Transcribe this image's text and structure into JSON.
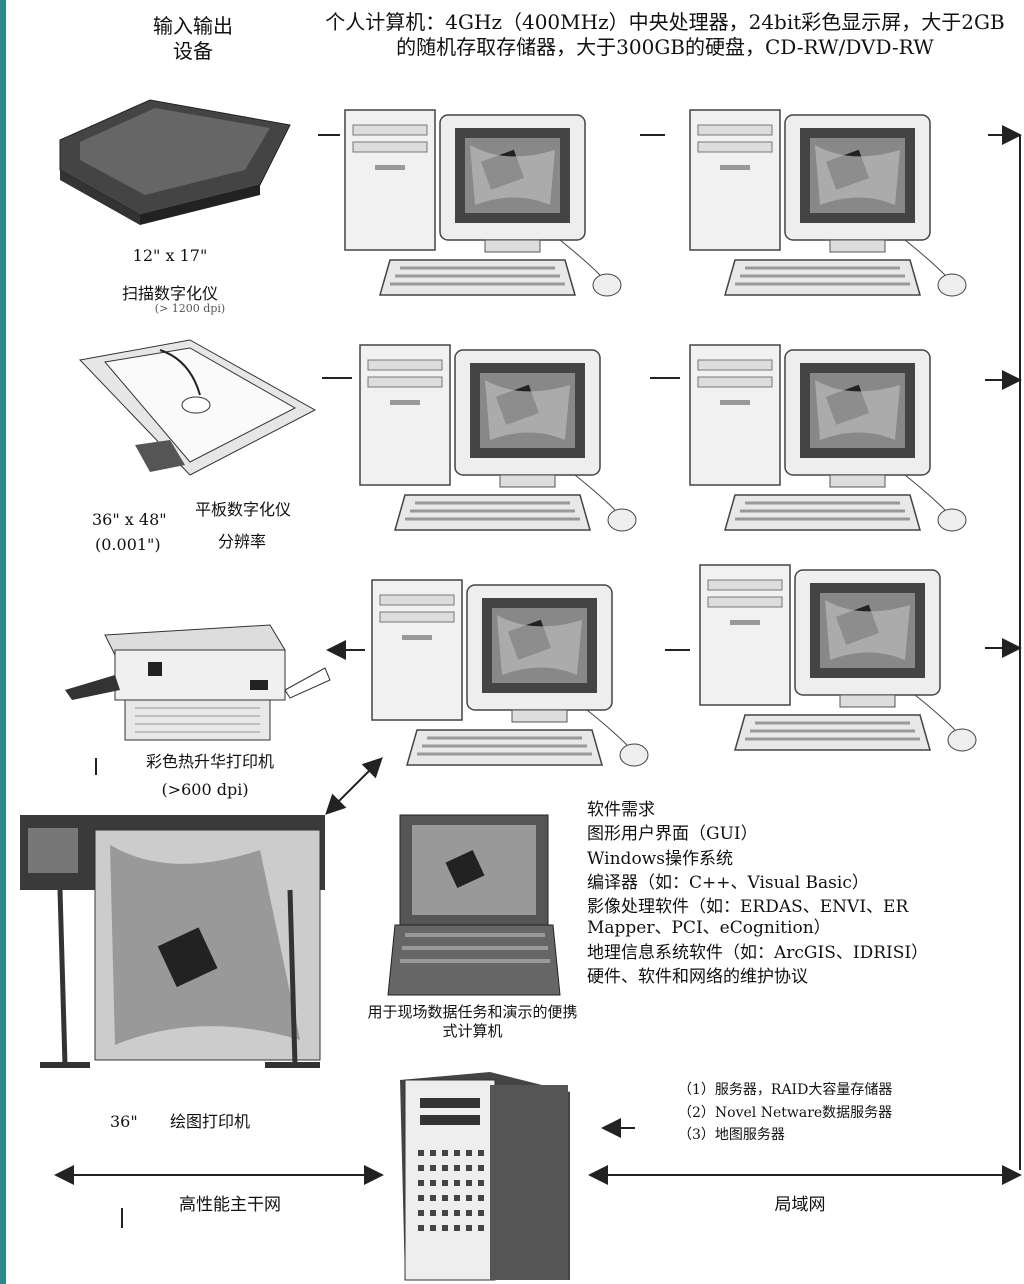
{
  "header": {
    "io_title": "输入输出\n设备",
    "pc_spec": "个人计算机：4GHz（400MHz）中央处理器，24bit彩色显示屏，大于2GB的随机存取存储器，大于300GB的硬盘，CD-RW/DVD-RW"
  },
  "devices": {
    "scanner_size": "12\" x 17\"",
    "scanner_name": "扫描数字化仪",
    "scanner_dpi_fragment": "(> 1200 dpi)",
    "tablet_size": "36\" x 48\"",
    "tablet_res": "(0.001\")",
    "tablet_name": "平板数字化仪",
    "tablet_res_label": "分辨率",
    "printer_name": "彩色热升华打印机",
    "printer_dpi": "(>600 dpi)",
    "plotter_size": "36\"",
    "plotter_name": "绘图打印机",
    "laptop_caption": "用于现场数据任务和演示的便携式计算机"
  },
  "software": {
    "items": [
      "软件需求",
      "图形用户界面（GUI）",
      "Windows操作系统",
      "编译器（如：C++、Visual Basic）",
      "影像处理软件（如：ERDAS、ENVI、ER Mapper、PCI、eCognition）",
      "地理信息系统软件（如：ArcGIS、IDRISI）",
      "硬件、软件和网络的维护协议"
    ]
  },
  "server": {
    "items": [
      "（1）服务器，RAID大容量存储器",
      "（2）Novel Netware数据服务器",
      "（3）地图服务器"
    ]
  },
  "network": {
    "wan": "高性能主干网",
    "lan": "局域网"
  }
}
